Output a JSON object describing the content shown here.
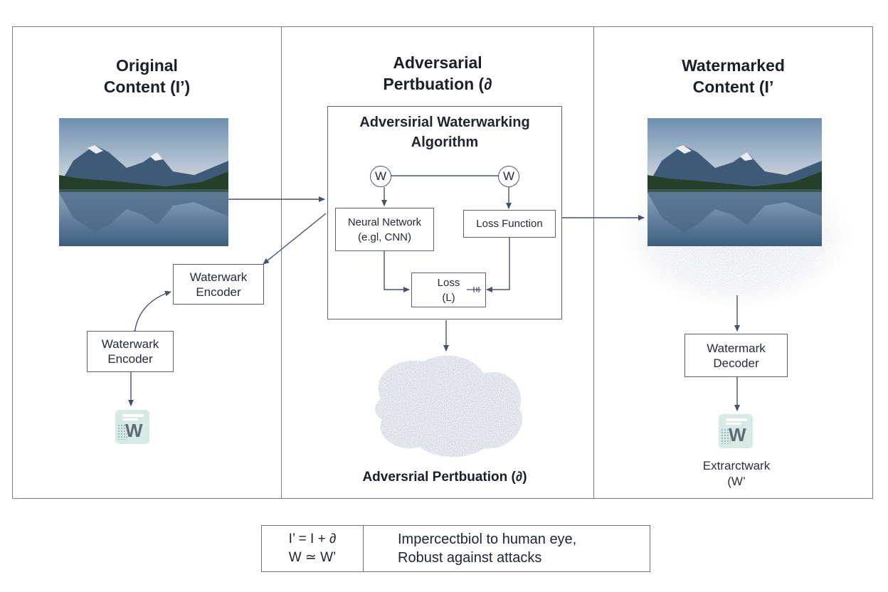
{
  "panels": {
    "left": {
      "title_line1": "Original",
      "title_line2": "Content (I’)"
    },
    "middle": {
      "title_line1": "Adversarial",
      "title_line2": "Pertbuation (∂"
    },
    "right": {
      "title_line1": "Watermarked",
      "title_line2": "Content (I’"
    }
  },
  "algorithm": {
    "title_line1": "Adversirial Waterwarking",
    "title_line2": "Algorithm",
    "w_left": "W",
    "w_right": "W",
    "neural_line1": "Neural Network",
    "neural_line2": "(e.gl, CNN)",
    "loss_function": "Loss Function",
    "loss_line1": "Loss",
    "loss_line2": "(L)"
  },
  "left_flow": {
    "encoder1_line1": "Waterwark",
    "encoder1_line2": "Encoder",
    "encoder2_line1": "Waterwark",
    "encoder2_line2": "Encoder",
    "icon": "watermark-w-icon",
    "icon_letter": "W"
  },
  "middle_flow": {
    "caption": "Adversrial Pertbuation (∂)"
  },
  "right_flow": {
    "decoder_line1": "Watermark",
    "decoder_line2": "Decoder",
    "icon": "watermark-w-icon",
    "icon_letter": "W",
    "extract_line1": "Extrarctwark",
    "extract_line2": "(W’"
  },
  "legend": {
    "formula_line1": "I’ = I + ∂",
    "formula_line2": "W ≃ W’",
    "desc_line1": "Impercectbiol to human eye,",
    "desc_line2": "Robust against attacks"
  },
  "colors": {
    "border": "#7a7f8c",
    "arrow": "#4a5070",
    "noise": "#8e96a8"
  }
}
